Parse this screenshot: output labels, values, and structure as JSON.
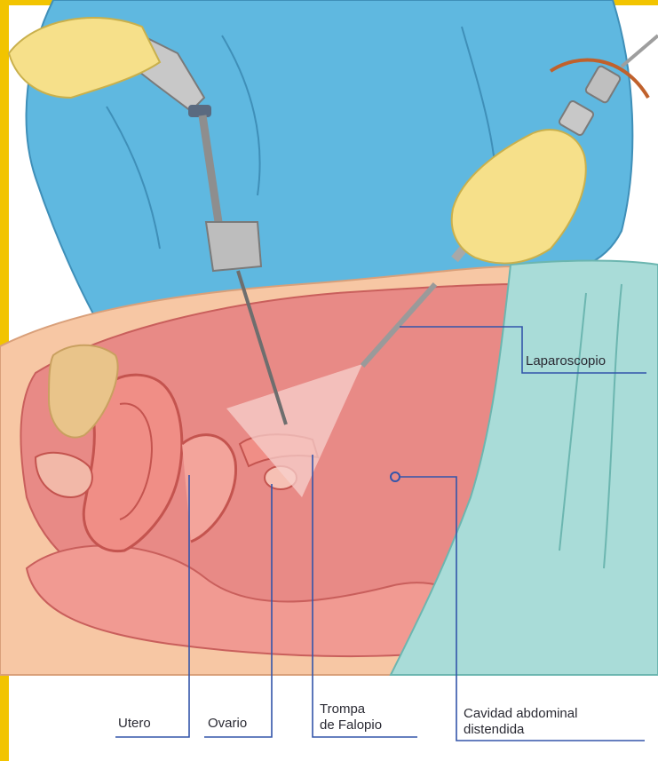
{
  "labels": {
    "laparoscopio": "Laparoscopio",
    "utero": "Utero",
    "ovario": "Ovario",
    "trompa_line1": "Trompa",
    "trompa_line2": "de Falopio",
    "cavidad_line1": "Cavidad abdominal",
    "cavidad_line2": "distendida"
  },
  "colors": {
    "frame_yellow": "#f2c400",
    "gown_blue": "#5fb8e0",
    "drape_green": "#a9dcd8",
    "abdomen_red": "#e88a86",
    "skin": "#f7c7a4",
    "glove": "#f6e08a",
    "leader_line": "#3355aa"
  }
}
